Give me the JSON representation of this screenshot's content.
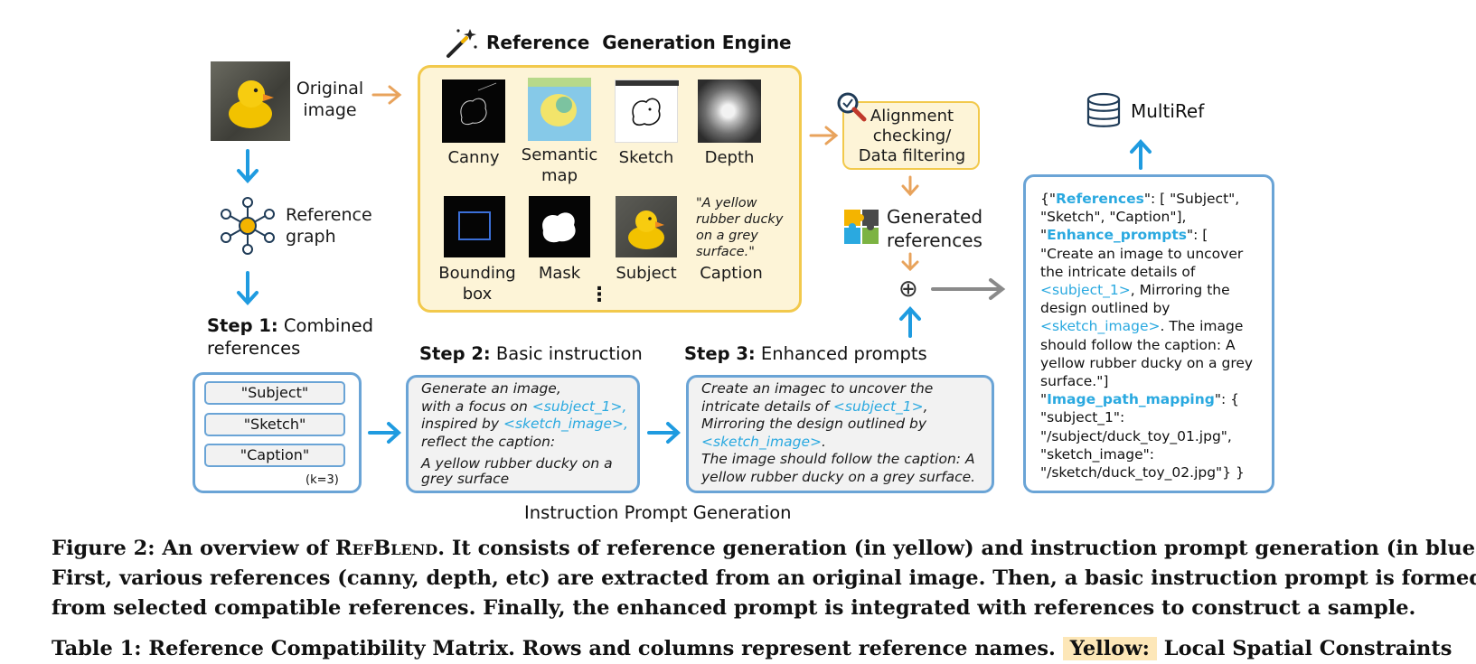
{
  "engine_title": "Reference  Generation Engine",
  "original_image_label": [
    "Original",
    "image"
  ],
  "reference_graph_label": [
    "Reference",
    "graph"
  ],
  "references": {
    "canny": "Canny",
    "semantic_map": [
      "Semantic",
      "map"
    ],
    "sketch": "Sketch",
    "depth": "Depth",
    "bounding_box": [
      "Bounding",
      "box"
    ],
    "mask": "Mask",
    "subject": "Subject",
    "caption": "Caption",
    "caption_text": "\"A yellow rubber ducky on a grey surface.\"",
    "more": "⋮"
  },
  "alignment_label": [
    "Alignment",
    "checking/",
    "Data filtering"
  ],
  "generated_label": [
    "Generated",
    "references"
  ],
  "plus_symbol": "⊕",
  "multiref_label": "MultiRef",
  "step1": {
    "bold": "Step 1:",
    "rest": " Combined",
    "line2": "references",
    "items": [
      "\"Subject\"",
      "\"Sketch\"",
      "\"Caption\""
    ],
    "k": "(k=3)"
  },
  "step2": {
    "bold": "Step 2:",
    "rest": " Basic instruction"
  },
  "step3": {
    "bold": "Step 3:",
    "rest": " Enhanced prompts"
  },
  "basic_prompt": {
    "l1": "Generate an image,",
    "l2a": "with a focus on ",
    "l2b": "<subject_1>,",
    "l3a": "inspired by ",
    "l3b": "<sketch_image>,",
    "l4": "reflect the caption:",
    "l5": "A yellow rubber ducky on a",
    "l6": "grey surface"
  },
  "enhanced_prompt": {
    "l1": "Create an imagec to uncover the",
    "l2a": "intricate details of ",
    "l2b": "<subject_1>",
    "l2c": ",",
    "l3": "Mirroring the design outlined by",
    "l4a": "<sketch_image>",
    "l4b": ".",
    "l5": "The image should follow the caption: A",
    "l6": "yellow rubber ducky on a grey surface."
  },
  "json_box": {
    "l1a": "{\"",
    "l1b": "References",
    "l1c": "\": [ \"Subject\",",
    "l2": "\"Sketch\", \"Caption\"],",
    "l3a": "\"",
    "l3b": "Enhance_prompts",
    "l3c": "\": [",
    "l4": "\"Create an image to uncover",
    "l5": "the intricate details of",
    "l6a": "<subject_1>",
    "l6b": ", Mirroring the",
    "l7": "design outlined by",
    "l8a": "<sketch_image>",
    "l8b": ". The image",
    "l9": "should follow the caption: A",
    "l10": "yellow rubber ducky on a grey",
    "l11": "surface.\"]",
    "l12a": "\"",
    "l12b": "Image_path_mapping",
    "l12c": "\": {",
    "l13": "\"subject_1\":",
    "l14": "\"/subject/duck_toy_01.jpg\",",
    "l15": "\"sketch_image\":",
    "l16": "\"/sketch/duck_toy_02.jpg\"} }"
  },
  "section_label": "Instruction Prompt Generation",
  "caption": {
    "line1a": "Figure 2: An overview of ",
    "line1b": "RefBlend",
    "line1c": ". It consists of reference generation (in yellow) and instruction prompt generation (in blue).",
    "line2": "First, various references (canny, depth, etc) are extracted from an original image. Then, a basic instruction prompt is formed",
    "line3": "from selected compatible references. Finally, the enhanced prompt is integrated with references to construct a sample.",
    "line4a": "Table 1: Reference Compatibility Matrix. Rows and columns represent reference names. ",
    "line4b": "Yellow:",
    "line4c": " Local Spatial Constraints"
  },
  "colors": {
    "yellow_border": "#f2c94c",
    "yellow_fill": "#fdf4d7",
    "blue_border": "#6aa4d6",
    "arrow_blue": "#1f9be0",
    "arrow_orange": "#e8a35c",
    "token_blue": "#2aa9e0"
  }
}
